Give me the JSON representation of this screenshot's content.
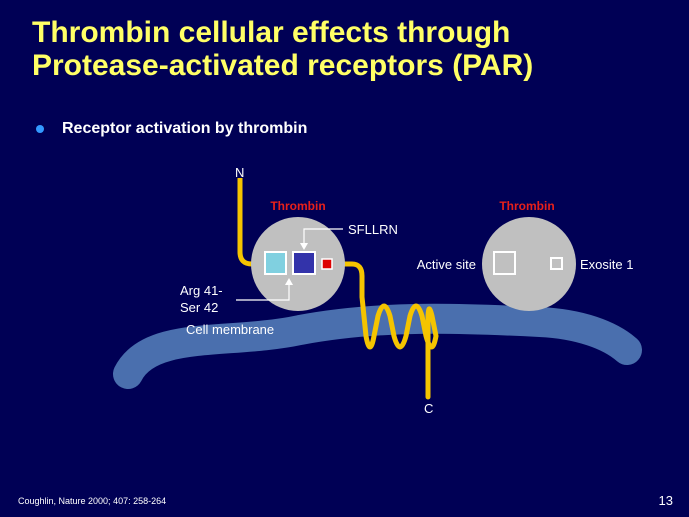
{
  "slide": {
    "title_line1": "Thrombin cellular effects through",
    "title_line2": "Protease-activated receptors (PAR)",
    "bullet": "Receptor activation by thrombin",
    "citation": "Coughlin, Nature 2000; 407: 258-264",
    "page_number": "13"
  },
  "diagram": {
    "n_terminus": "N",
    "c_terminus": "C",
    "thrombin_left": "Thrombin",
    "thrombin_right": "Thrombin",
    "tethered_ligand": "SFLLRN",
    "cleavage_site_line1": "Arg 41-",
    "cleavage_site_line2": "Ser 42",
    "membrane": "Cell membrane",
    "active_site": "Active site",
    "exosite": "Exosite 1"
  },
  "colors": {
    "background": "#000055",
    "title": "#ffff66",
    "thrombin_label": "#e8201a",
    "receptor_chain": "#f5c400",
    "membrane": "#4a6fae",
    "thrombin_body": "#c0c0c0",
    "ligand_cleaved_part": "#80d0e0",
    "tethered_ligand_block": "#3333aa",
    "exosite_marker": "#dd0000"
  }
}
